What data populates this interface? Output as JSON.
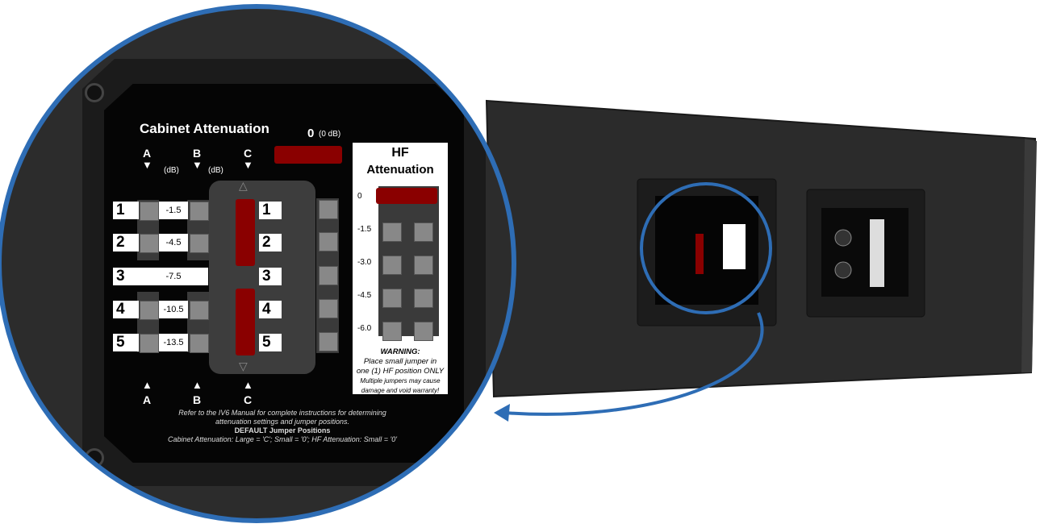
{
  "colors": {
    "accent": "#2e6db5",
    "jumper": "#8a0000",
    "panel": "#050505",
    "cabinet": "#2b2b2b"
  },
  "cabinet_attenuation": {
    "title": "Cabinet Attenuation",
    "zero_label": "0",
    "zero_db": "(0 dB)",
    "columns": [
      "A",
      "B",
      "C"
    ],
    "db_unit": "(dB)",
    "rows": [
      {
        "num": "1",
        "db": "-1.5"
      },
      {
        "num": "2",
        "db": "-4.5"
      },
      {
        "num": "3",
        "db": "-7.5"
      },
      {
        "num": "4",
        "db": "-10.5"
      },
      {
        "num": "5",
        "db": "-13.5"
      }
    ]
  },
  "hf_attenuation": {
    "title_line1": "HF",
    "title_line2": "Attenuation",
    "levels": [
      "0",
      "-1.5",
      "-3.0",
      "-4.5",
      "-6.0"
    ],
    "warning_title": "WARNING:",
    "warning_line1": "Place small jumper in",
    "warning_line2": "one (1) HF position ONLY",
    "warning_line3": "Multiple jumpers may cause",
    "warning_line4": "damage and void warranty!"
  },
  "footer": {
    "line1": "Refer to the IV6 Manual for complete instructions for determining",
    "line2": "attenuation settings and jumper positions.",
    "line3": "DEFAULT Jumper Positions",
    "line4": "Cabinet Attenuation: Large = 'C'; Small = '0';   HF Attenuation: Small = '0'"
  }
}
